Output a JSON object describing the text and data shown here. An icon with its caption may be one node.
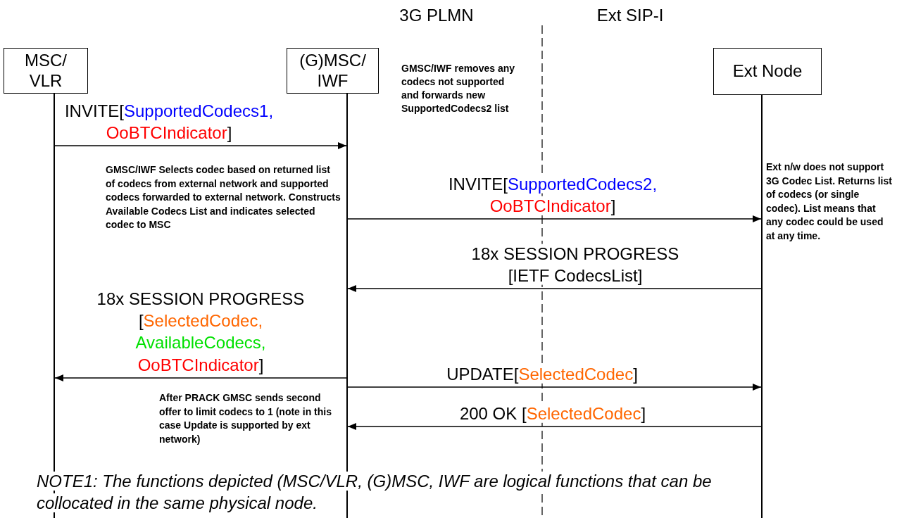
{
  "diagram": {
    "nodes": [
      {
        "text": [
          "MSC/VLR"
        ]
      },
      {
        "text": [
          "(G)MSC/IWF"
        ]
      },
      {
        "text": [
          "Ext Node"
        ]
      },
      {
        "text": [],
        "shape": "bar"
      },
      {
        "text": [],
        "shape": "bar"
      },
      {
        "text": [],
        "shape": "bar"
      }
    ],
    "edges": [
      {
        "from": 3,
        "to": 4,
        "arrow": "to",
        "label": "INVITE[SupportedCodecs1, OoBTCIndicator]"
      },
      {
        "from": 4,
        "to": 5,
        "arrow": "to",
        "label": "INVITE[SupportedCodecs2, OoBTCIndicator]"
      },
      {
        "from": 5,
        "to": 4,
        "arrow": "to",
        "label": "18x SESSION PROGRESS [IETF CodecsList]"
      },
      {
        "from": 4,
        "to": 3,
        "arrow": "to",
        "label": "18x SESSION PROGRESS [SelectedCodec, AvailableCodecs, OoBTCIndicator]"
      },
      {
        "from": 4,
        "to": 5,
        "arrow": "to",
        "label": "UPDATE[SelectedCodec]"
      },
      {
        "from": 5,
        "to": 4,
        "arrow": "to",
        "label": "200 OK [SelectedCodec]"
      }
    ],
    "labels": [
      "3G PLMN",
      "Ext SIP-I",
      "GMSC/IWF removes any codecs not supported and forwards new SupportedCodecs2 list",
      "GMSC/IWF Selects codec based on returned list of codecs from external network and supported codecs forwarded to external network. Constructs Available Codecs List and indicates selected codec to MSC",
      "Ext n/w does not support 3G Codec List. Returns list of codecs (or single codec). List means that any codec could be used at any time.",
      "After PRACK GMSC sends second offer to limit codecs to 1 (note in this case Update is supported by ext network)",
      "NOTE1: The functions depicted (MSC/VLR, (G)MSC, IWF are logical functions that can be collocated in the same physical node."
    ]
  }
}
